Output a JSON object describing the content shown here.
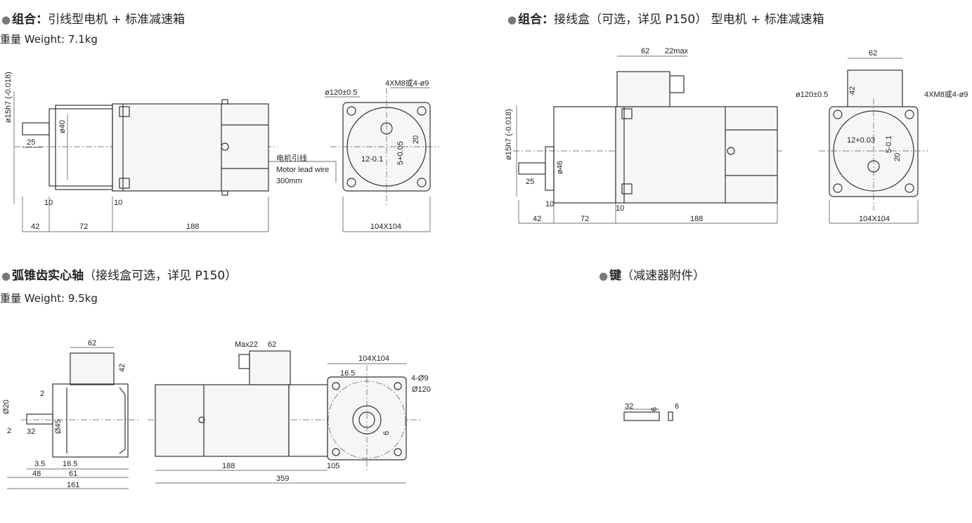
{
  "sections": [
    {
      "bullet": "●",
      "title_bold": "组合：",
      "title_rest": "引线型电机 + 标准减速箱",
      "weight": "重量 Weight: 7.1kg"
    },
    {
      "bullet": "●",
      "title_bold": "组合：",
      "title_rest": "接线盒（可选，详见 P150） 型电机 + 标准减速箱",
      "weight": ""
    },
    {
      "bullet": "●",
      "title_bold": "弧锥齿实心轴",
      "title_rest": "（接线盒可选，详见 P150）",
      "weight": "重量 Weight: 9.5kg"
    },
    {
      "bullet": "●",
      "title_bold": "键",
      "title_rest": "（减速器附件）",
      "weight": ""
    }
  ],
  "d1": {
    "shaft": "ø15h7 (-0.018)",
    "len25": "25",
    "dia40": "ø40",
    "d10a": "10",
    "d10b": "10",
    "d42": "42",
    "d72": "72",
    "d188": "188",
    "lead_cn": "电机引线",
    "lead_en": "Motor lead wire",
    "lead_len": "300mm",
    "flange": "ø120±0.5",
    "holes": "4XM8或4-ø9",
    "d12": "12-0.1",
    "d5": "5+0.05",
    "d20": "20",
    "square": "104X104"
  },
  "d2": {
    "d62": "62",
    "d22max": "22max",
    "shaft": "ø15h7 (-0.018)",
    "dia46": "ø46",
    "len25": "25",
    "d10a": "10",
    "d10b": "10",
    "d42": "42",
    "d72": "72",
    "d188": "188",
    "flange": "ø120±0.5",
    "d42b": "42",
    "d62b": "62",
    "holes": "4XM8或4-ø9",
    "d12": "12+0.03",
    "d5": "5-0.1",
    "d20": "20",
    "square": "104X104"
  },
  "d3": {
    "d62": "62",
    "d42": "42",
    "dia20": "Ø20",
    "d2a": "2",
    "d2b": "2",
    "d32": "32",
    "dia45": "Ø45",
    "d35": "3.5",
    "d165": "16.5",
    "d48": "48",
    "d61": "61",
    "d161": "161",
    "max22": "Max22",
    "d62b": "62",
    "d188": "188",
    "d105": "105",
    "d359": "359",
    "square": "104X104",
    "d165b": "16.5",
    "holes": "4-Ø9",
    "dia120": "Ø120",
    "d6": "6"
  },
  "d4": {
    "d32": "32",
    "d6a": "6",
    "d6b": "6"
  }
}
